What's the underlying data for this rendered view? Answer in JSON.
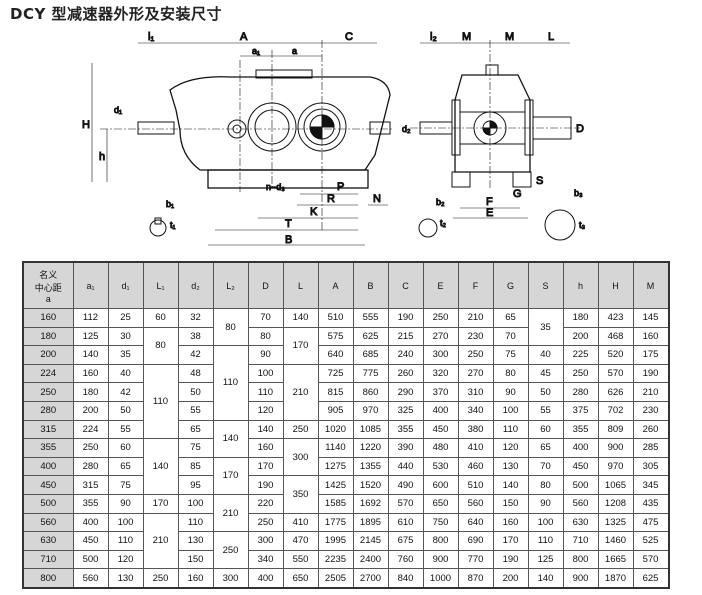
{
  "title": "DCY 型减速器外形及安装尺寸",
  "drawing_labels": {
    "l1": "l₁",
    "A": "A",
    "C": "C",
    "a1": "a₁",
    "a": "a",
    "H": "H",
    "d1": "d₁",
    "h": "h",
    "nd3": "n−d₃",
    "P": "P",
    "R": "R",
    "N": "N",
    "K": "K",
    "T": "T",
    "B": "B",
    "b1": "b₁",
    "t1": "t₁",
    "l2": "l₂",
    "M1": "M",
    "M2": "M",
    "L": "L",
    "d2": "d₂",
    "D": "D",
    "S": "S",
    "G": "G",
    "F": "F",
    "E": "E",
    "b2": "b₂",
    "t2": "t₂",
    "b3": "b₃",
    "t3": "t₃"
  },
  "table": {
    "headers": [
      "名义\n中心距\na",
      "a₁",
      "d₁",
      "L₁",
      "d₂",
      "L₂",
      "D",
      "L",
      "A",
      "B",
      "C",
      "E",
      "F",
      "G",
      "S",
      "h",
      "H",
      "M"
    ],
    "rows": [
      [
        [
          "160"
        ],
        [
          "112"
        ],
        [
          "25"
        ],
        [
          "60"
        ],
        [
          "32"
        ],
        [
          "80",
          2
        ],
        [
          "70"
        ],
        [
          "140"
        ],
        [
          "510"
        ],
        [
          "555"
        ],
        [
          "190"
        ],
        [
          "250"
        ],
        [
          "210"
        ],
        [
          "65"
        ],
        [
          "35",
          2
        ],
        [
          "180"
        ],
        [
          "423"
        ],
        [
          "145"
        ]
      ],
      [
        [
          "180"
        ],
        [
          "125"
        ],
        [
          "30"
        ],
        [
          "80",
          2
        ],
        [
          "38"
        ],
        [
          "80"
        ],
        [
          "170",
          2
        ],
        [
          "575"
        ],
        [
          "625"
        ],
        [
          "215"
        ],
        [
          "270"
        ],
        [
          "230"
        ],
        [
          "70"
        ],
        [
          "200"
        ],
        [
          "468"
        ],
        [
          "160"
        ]
      ],
      [
        [
          "200"
        ],
        [
          "140"
        ],
        [
          "35"
        ],
        [
          "42"
        ],
        [
          "110",
          4
        ],
        [
          "90"
        ],
        [
          "640"
        ],
        [
          "685"
        ],
        [
          "240"
        ],
        [
          "300"
        ],
        [
          "250"
        ],
        [
          "75"
        ],
        [
          "40"
        ],
        [
          "225"
        ],
        [
          "520"
        ],
        [
          "175"
        ]
      ],
      [
        [
          "224"
        ],
        [
          "160"
        ],
        [
          "40"
        ],
        [
          "110",
          4
        ],
        [
          "48"
        ],
        [
          "100"
        ],
        [
          "210",
          3
        ],
        [
          "725"
        ],
        [
          "775"
        ],
        [
          "260"
        ],
        [
          "320"
        ],
        [
          "270"
        ],
        [
          "80"
        ],
        [
          "45"
        ],
        [
          "250"
        ],
        [
          "570"
        ],
        [
          "190"
        ]
      ],
      [
        [
          "250"
        ],
        [
          "180"
        ],
        [
          "42"
        ],
        [
          "50"
        ],
        [
          "110"
        ],
        [
          "815"
        ],
        [
          "860"
        ],
        [
          "290"
        ],
        [
          "370"
        ],
        [
          "310"
        ],
        [
          "90"
        ],
        [
          "50"
        ],
        [
          "280"
        ],
        [
          "626"
        ],
        [
          "210"
        ]
      ],
      [
        [
          "280"
        ],
        [
          "200"
        ],
        [
          "50"
        ],
        [
          "55"
        ],
        [
          "120"
        ],
        [
          "905"
        ],
        [
          "970"
        ],
        [
          "325"
        ],
        [
          "400"
        ],
        [
          "340"
        ],
        [
          "100"
        ],
        [
          "55"
        ],
        [
          "375"
        ],
        [
          "702"
        ],
        [
          "230"
        ]
      ],
      [
        [
          "315"
        ],
        [
          "224"
        ],
        [
          "55"
        ],
        [
          "65"
        ],
        [
          "140",
          2
        ],
        [
          "140"
        ],
        [
          "250"
        ],
        [
          "1020"
        ],
        [
          "1085"
        ],
        [
          "355"
        ],
        [
          "450"
        ],
        [
          "380"
        ],
        [
          "110"
        ],
        [
          "60"
        ],
        [
          "355"
        ],
        [
          "809"
        ],
        [
          "260"
        ]
      ],
      [
        [
          "355"
        ],
        [
          "250"
        ],
        [
          "60"
        ],
        [
          "140",
          3
        ],
        [
          "75"
        ],
        [
          "160"
        ],
        [
          "300",
          2
        ],
        [
          "1140"
        ],
        [
          "1220"
        ],
        [
          "390"
        ],
        [
          "480"
        ],
        [
          "410"
        ],
        [
          "120"
        ],
        [
          "65"
        ],
        [
          "400"
        ],
        [
          "900"
        ],
        [
          "285"
        ]
      ],
      [
        [
          "400"
        ],
        [
          "280"
        ],
        [
          "65"
        ],
        [
          "85"
        ],
        [
          "170",
          2
        ],
        [
          "170"
        ],
        [
          "1275"
        ],
        [
          "1355"
        ],
        [
          "440"
        ],
        [
          "530"
        ],
        [
          "460"
        ],
        [
          "130"
        ],
        [
          "70"
        ],
        [
          "450"
        ],
        [
          "970"
        ],
        [
          "305"
        ]
      ],
      [
        [
          "450"
        ],
        [
          "315"
        ],
        [
          "75"
        ],
        [
          "95"
        ],
        [
          "190"
        ],
        [
          "350",
          2
        ],
        [
          "1425"
        ],
        [
          "1520"
        ],
        [
          "490"
        ],
        [
          "600"
        ],
        [
          "510"
        ],
        [
          "140"
        ],
        [
          "80"
        ],
        [
          "500"
        ],
        [
          "1065"
        ],
        [
          "345"
        ]
      ],
      [
        [
          "500"
        ],
        [
          "355"
        ],
        [
          "90"
        ],
        [
          "170"
        ],
        [
          "100"
        ],
        [
          "210",
          2
        ],
        [
          "220"
        ],
        [
          "1585"
        ],
        [
          "1692"
        ],
        [
          "570"
        ],
        [
          "650"
        ],
        [
          "560"
        ],
        [
          "150"
        ],
        [
          "90"
        ],
        [
          "560"
        ],
        [
          "1208"
        ],
        [
          "435"
        ]
      ],
      [
        [
          "560"
        ],
        [
          "400"
        ],
        [
          "100"
        ],
        [
          "210",
          3
        ],
        [
          "110"
        ],
        [
          "250"
        ],
        [
          "410"
        ],
        [
          "1775"
        ],
        [
          "1895"
        ],
        [
          "610"
        ],
        [
          "750"
        ],
        [
          "640"
        ],
        [
          "160"
        ],
        [
          "100"
        ],
        [
          "630"
        ],
        [
          "1325"
        ],
        [
          "475"
        ]
      ],
      [
        [
          "630"
        ],
        [
          "450"
        ],
        [
          "110"
        ],
        [
          "130"
        ],
        [
          "250",
          2
        ],
        [
          "300"
        ],
        [
          "470"
        ],
        [
          "1995"
        ],
        [
          "2145"
        ],
        [
          "675"
        ],
        [
          "800"
        ],
        [
          "690"
        ],
        [
          "170"
        ],
        [
          "110"
        ],
        [
          "710"
        ],
        [
          "1460"
        ],
        [
          "525"
        ]
      ],
      [
        [
          "710"
        ],
        [
          "500"
        ],
        [
          "120"
        ],
        [
          "150"
        ],
        [
          "340"
        ],
        [
          "550"
        ],
        [
          "2235"
        ],
        [
          "2400"
        ],
        [
          "760"
        ],
        [
          "900"
        ],
        [
          "770"
        ],
        [
          "190"
        ],
        [
          "125"
        ],
        [
          "800"
        ],
        [
          "1665"
        ],
        [
          "570"
        ]
      ],
      [
        [
          "800"
        ],
        [
          "560"
        ],
        [
          "130"
        ],
        [
          "250"
        ],
        [
          "160"
        ],
        [
          "300"
        ],
        [
          "400"
        ],
        [
          "650"
        ],
        [
          "2505"
        ],
        [
          "2700"
        ],
        [
          "840"
        ],
        [
          "1000"
        ],
        [
          "870"
        ],
        [
          "200"
        ],
        [
          "140"
        ],
        [
          "900"
        ],
        [
          "1870"
        ],
        [
          "625"
        ]
      ]
    ]
  }
}
